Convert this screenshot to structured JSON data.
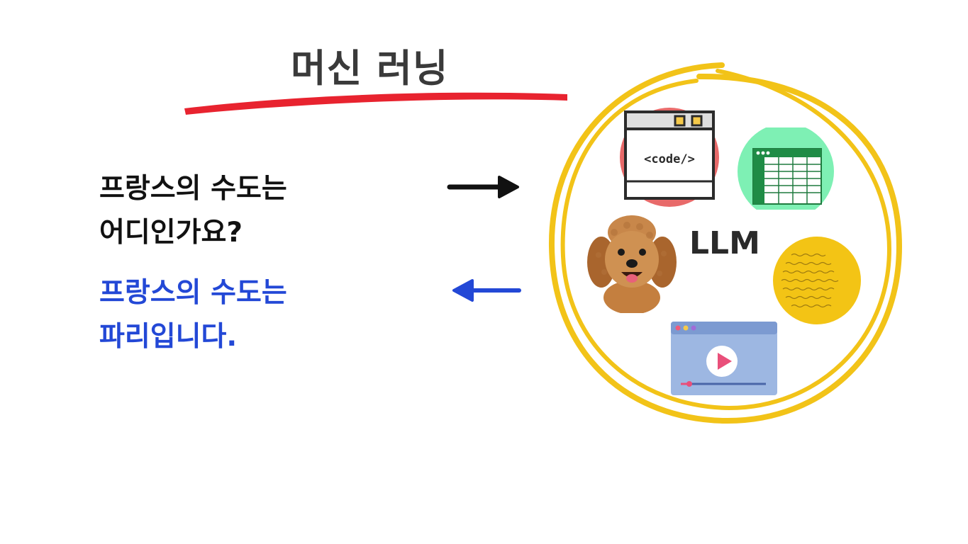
{
  "title": "머신 러닝",
  "question": {
    "line1": "프랑스의 수도는",
    "line2": "어디인가요?"
  },
  "answer": {
    "line1": "프랑스의 수도는",
    "line2": "파리입니다."
  },
  "llm": {
    "label": "LLM",
    "code_text": "<code/>"
  },
  "icons": {
    "right_arrow": "arrow-right-icon",
    "left_arrow": "arrow-left-icon",
    "code": "code-window-icon",
    "spreadsheet": "spreadsheet-icon",
    "dog": "dog-photo",
    "document": "handwritten-document-icon",
    "video": "video-player-icon"
  },
  "colors": {
    "title_underline": "#e8232f",
    "question_text": "#111111",
    "answer_text": "#2348d6",
    "right_arrow": "#111111",
    "left_arrow": "#2348d6",
    "llm_circle": "#f2c318",
    "code_bg": "#e86a6a",
    "sheet_bg": "#7ef0b4",
    "doc_bg": "#f3c415",
    "video_bg": "#9db7e2"
  }
}
